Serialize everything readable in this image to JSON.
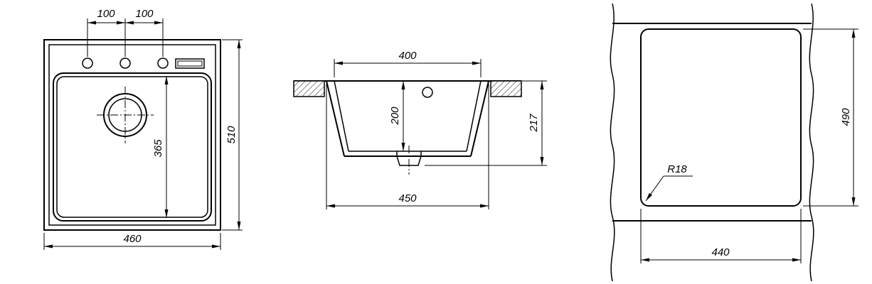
{
  "drawing": {
    "top_view": {
      "dim_tap_spacing_left": "100",
      "dim_tap_spacing_right": "100",
      "dim_overall_height": "510",
      "dim_bowl_length": "365",
      "dim_overall_width": "460"
    },
    "section_view": {
      "dim_bowl_top_width": "400",
      "dim_bowl_depth": "200",
      "dim_total_depth": "217",
      "dim_overall_width": "450"
    },
    "cutout_view": {
      "dim_cutout_height": "490",
      "dim_cutout_width": "440",
      "corner_radius_label": "R18"
    }
  },
  "colors": {
    "line": "#000000",
    "background": "#ffffff"
  }
}
